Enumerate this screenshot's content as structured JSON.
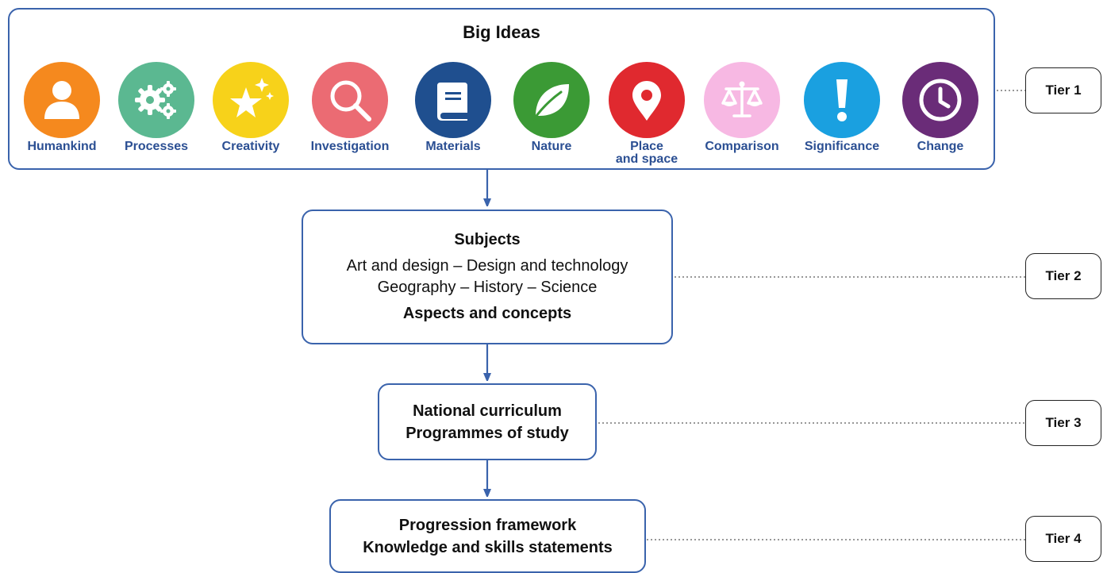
{
  "big_ideas": {
    "title": "Big Ideas",
    "items": [
      {
        "label": "Humankind",
        "color": "#f5891e",
        "icon": "person-icon"
      },
      {
        "label": "Processes",
        "color": "#5bb891",
        "icon": "gears-icon"
      },
      {
        "label": "Creativity",
        "color": "#f7d21a",
        "icon": "sparkle-star-icon"
      },
      {
        "label": "Investigation",
        "color": "#eb6b73",
        "icon": "magnifier-icon"
      },
      {
        "label": "Materials",
        "color": "#1f4f8f",
        "icon": "book-icon"
      },
      {
        "label": "Nature",
        "color": "#3b9a35",
        "icon": "leaf-icon"
      },
      {
        "label": "Place\nand space",
        "color": "#e0292f",
        "icon": "map-pin-icon"
      },
      {
        "label": "Comparison",
        "color": "#f7b8e3",
        "icon": "scales-icon"
      },
      {
        "label": "Significance",
        "color": "#1aa0e0",
        "icon": "exclamation-icon"
      },
      {
        "label": "Change",
        "color": "#6a2c78",
        "icon": "clock-icon"
      }
    ]
  },
  "subjects": {
    "title": "Subjects",
    "line1": "Art and design – Design and technology",
    "line2": "Geography – History – Science",
    "footer": "Aspects and concepts"
  },
  "curriculum": {
    "line1": "National curriculum",
    "line2": "Programmes of study"
  },
  "progression": {
    "line1": "Progression framework",
    "line2": "Knowledge and skills statements"
  },
  "tiers": [
    "Tier 1",
    "Tier 2",
    "Tier 3",
    "Tier 4"
  ],
  "colors": {
    "border": "#3a63ac",
    "arrow": "#3a63ac",
    "label": "#2b4f93"
  }
}
